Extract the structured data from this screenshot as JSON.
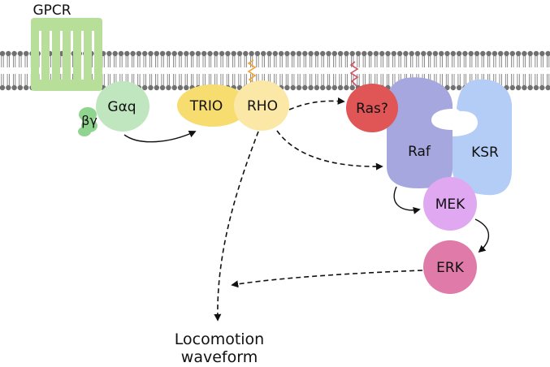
{
  "labels": {
    "gpcr": "GPCR",
    "gaq": "Gαq",
    "bg": "βγ",
    "trio": "TRIO",
    "rho": "RHO",
    "ras": "Ras?",
    "raf": "Raf",
    "ksr": "KSR",
    "mek": "MEK",
    "erk": "ERK",
    "output_line1": "Locomotion",
    "output_line2": "waveform"
  },
  "colors": {
    "gpcr": "#b7df9a",
    "gaq": "#bfe6bf",
    "bg": "#8fd48f",
    "trio": "#f7dc6f",
    "rho": "#fbe8a6",
    "ras": "#e05555",
    "raf": "#a7a7e0",
    "ksr": "#b3cdf6",
    "mek": "#e0a8f0",
    "erk": "#e07aa8",
    "lipid_head": "#707070",
    "lipid_anchor_orange": "#f0a030",
    "lipid_anchor_red": "#d05060"
  },
  "edges": [
    {
      "from": "Gαq",
      "to": "TRIO",
      "style": "solid"
    },
    {
      "from": "RHO",
      "to": "Ras?",
      "style": "dashed"
    },
    {
      "from": "RHO",
      "to": "Raf",
      "style": "dashed"
    },
    {
      "from": "RHO",
      "to": "Locomotion waveform",
      "style": "dashed"
    },
    {
      "from": "Raf",
      "to": "MEK",
      "style": "solid"
    },
    {
      "from": "MEK",
      "to": "ERK",
      "style": "solid"
    },
    {
      "from": "ERK",
      "to": "Locomotion waveform",
      "style": "dashed"
    }
  ]
}
